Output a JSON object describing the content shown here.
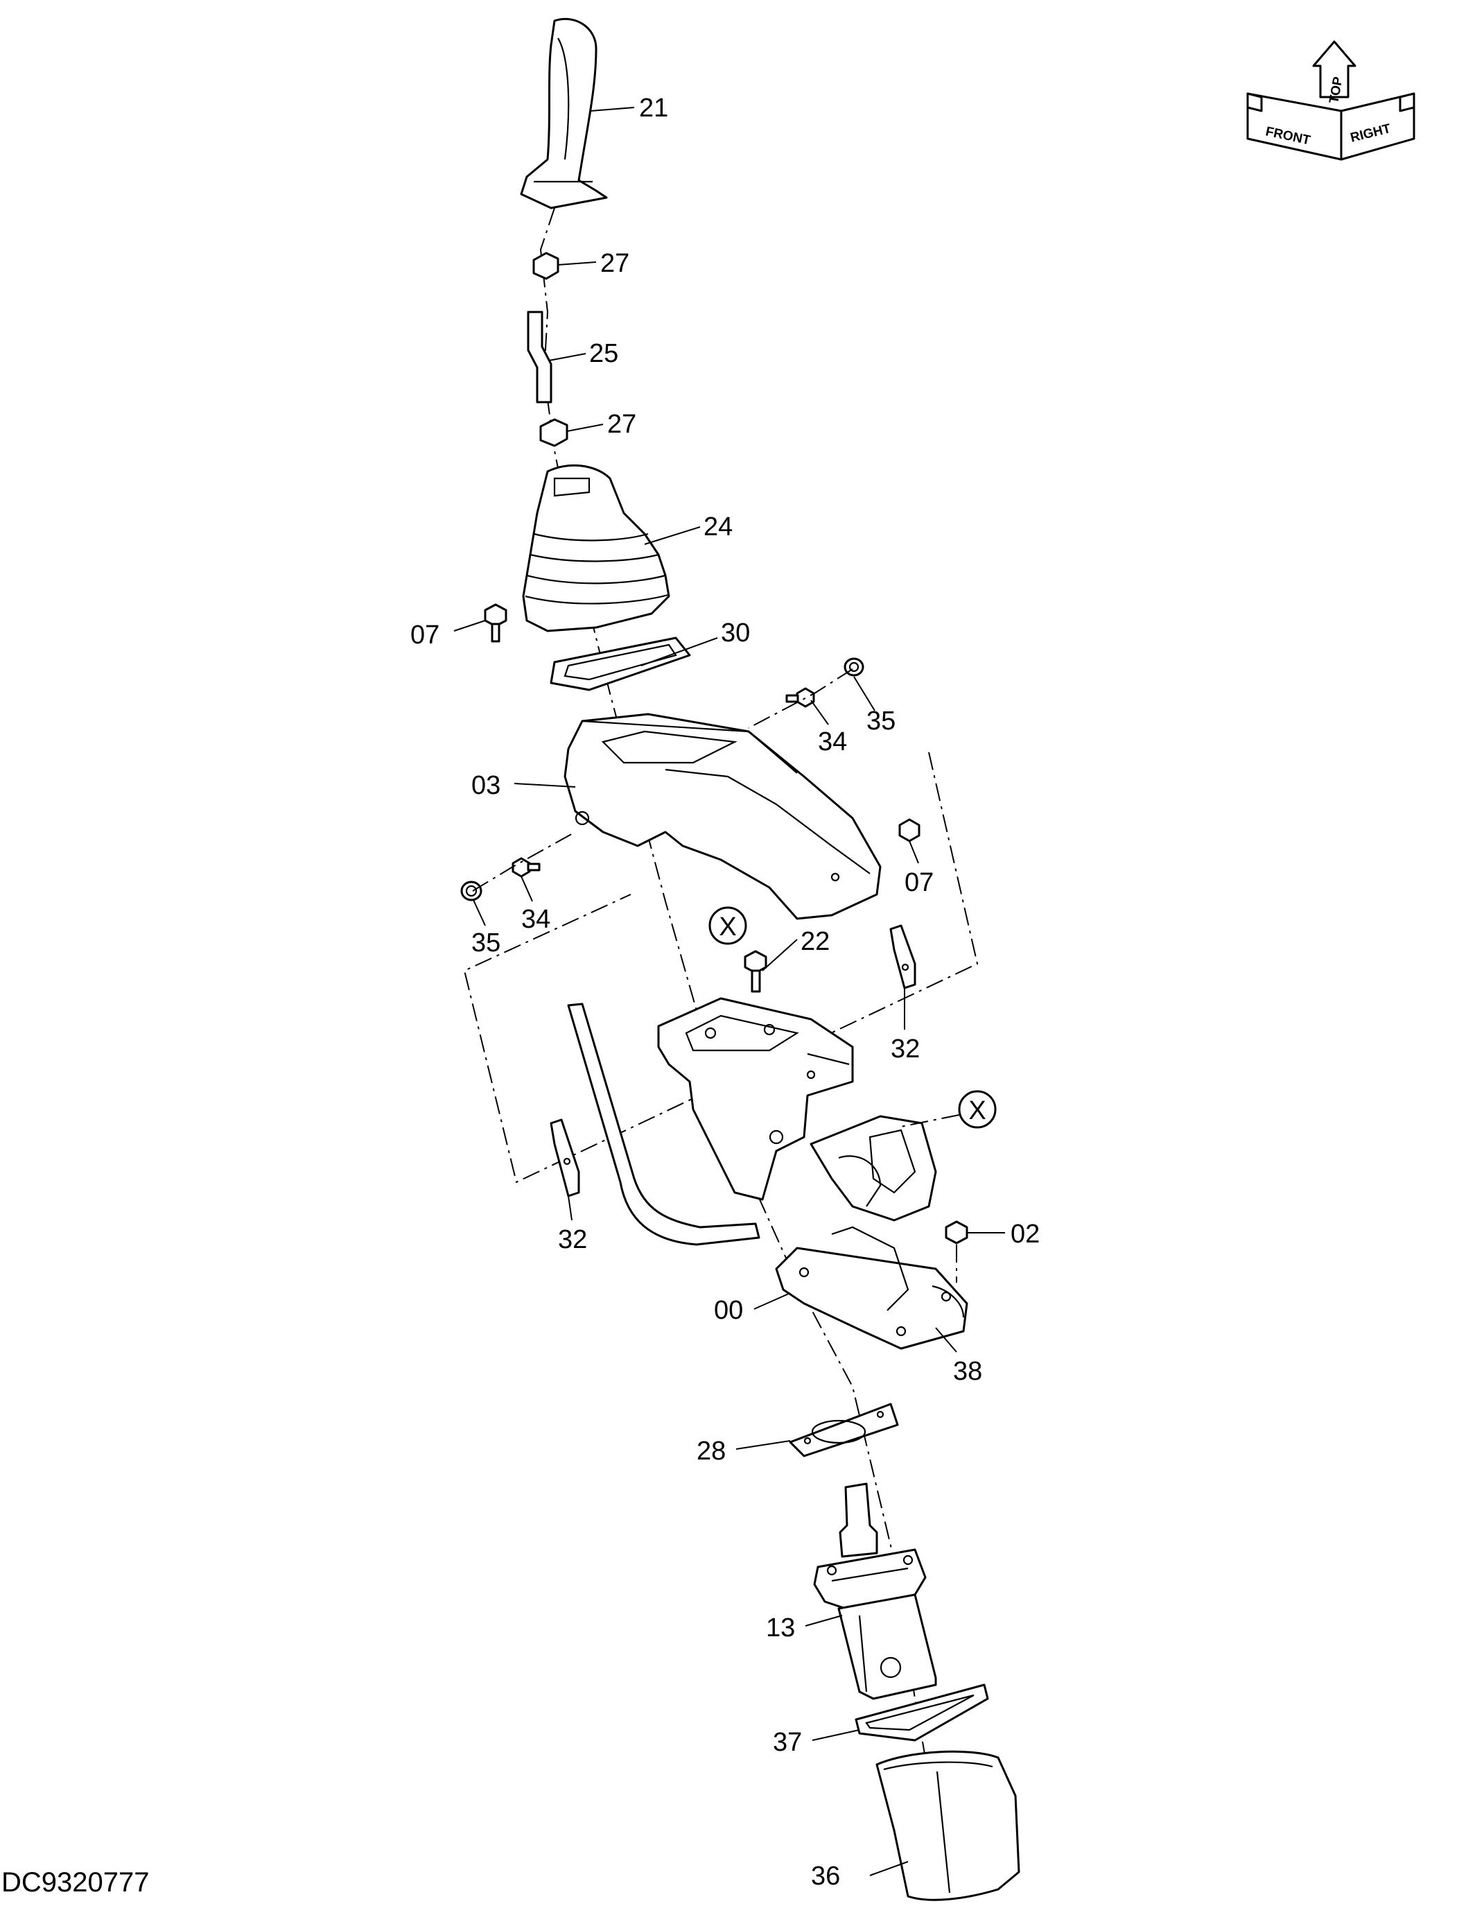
{
  "drawing_id": "DC9320777",
  "orientation": {
    "front": "FRONT",
    "top": "TOP",
    "right": "RIGHT"
  },
  "reference_mark": "X",
  "callouts": [
    {
      "id": "c21",
      "label": "21"
    },
    {
      "id": "c27a",
      "label": "27"
    },
    {
      "id": "c25",
      "label": "25"
    },
    {
      "id": "c27b",
      "label": "27"
    },
    {
      "id": "c24",
      "label": "24"
    },
    {
      "id": "c07a",
      "label": "07"
    },
    {
      "id": "c30",
      "label": "30"
    },
    {
      "id": "c34a",
      "label": "34"
    },
    {
      "id": "c35a",
      "label": "35"
    },
    {
      "id": "c03",
      "label": "03"
    },
    {
      "id": "c07b",
      "label": "07"
    },
    {
      "id": "c34b",
      "label": "34"
    },
    {
      "id": "c35b",
      "label": "35"
    },
    {
      "id": "c22",
      "label": "22"
    },
    {
      "id": "c32a",
      "label": "32"
    },
    {
      "id": "c32b",
      "label": "32"
    },
    {
      "id": "c02",
      "label": "02"
    },
    {
      "id": "c00",
      "label": "00"
    },
    {
      "id": "c38",
      "label": "38"
    },
    {
      "id": "c28",
      "label": "28"
    },
    {
      "id": "c13",
      "label": "13"
    },
    {
      "id": "c37",
      "label": "37"
    },
    {
      "id": "c36",
      "label": "36"
    }
  ]
}
